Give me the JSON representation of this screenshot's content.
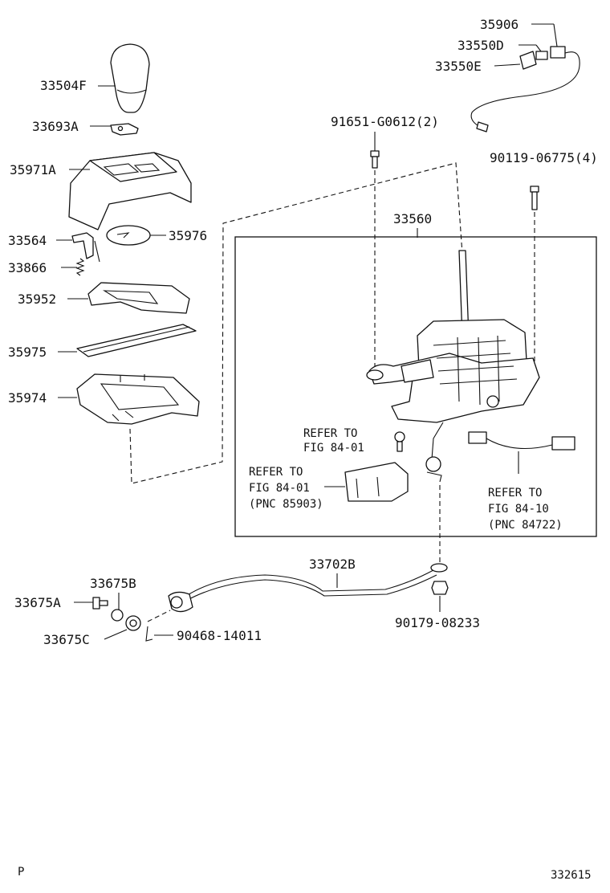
{
  "labels": {
    "p35906": "35906",
    "p33550D": "33550D",
    "p33550E": "33550E",
    "p33504F": "33504F",
    "p33693A": "33693A",
    "p91651": "91651-G0612(2)",
    "p35971A": "35971A",
    "p90119": "90119-06775(4)",
    "p33560": "33560",
    "p33564": "33564",
    "p35976": "35976",
    "p33866": "33866",
    "p35952": "35952",
    "p35975": "35975",
    "p35974": "35974",
    "p33702B": "33702B",
    "p33675B": "33675B",
    "p33675A": "33675A",
    "p33675C": "33675C",
    "p90468": "90468-14011",
    "p90179": "90179-08233"
  },
  "notes": {
    "refer1": {
      "line1": "REFER TO",
      "line2": "FIG 84-01"
    },
    "refer2": {
      "line1": "REFER TO",
      "line2": "FIG 84-01",
      "line3": "(PNC 85903)"
    },
    "refer3": {
      "line1": "REFER TO",
      "line2": "FIG 84-10",
      "line3": "(PNC 84722)"
    }
  },
  "footer": {
    "left": "P",
    "right": "332615"
  }
}
